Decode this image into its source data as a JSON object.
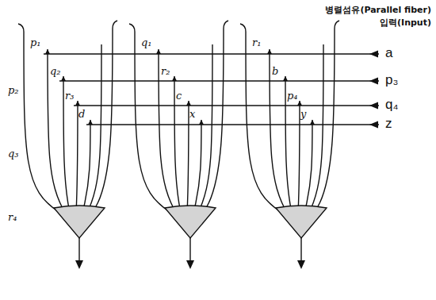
{
  "diagram": {
    "labels": [
      "병렬섬유(Parallel fiber)",
      "입력(Input)",
      "p₁",
      "q₁",
      "r₁",
      "a",
      "p₂",
      "q₂",
      "r₂",
      "b",
      "p₃",
      "q₃",
      "r₃",
      "c",
      "p₄",
      "q₄",
      "r₄",
      "d",
      "x",
      "y",
      "z"
    ]
  }
}
